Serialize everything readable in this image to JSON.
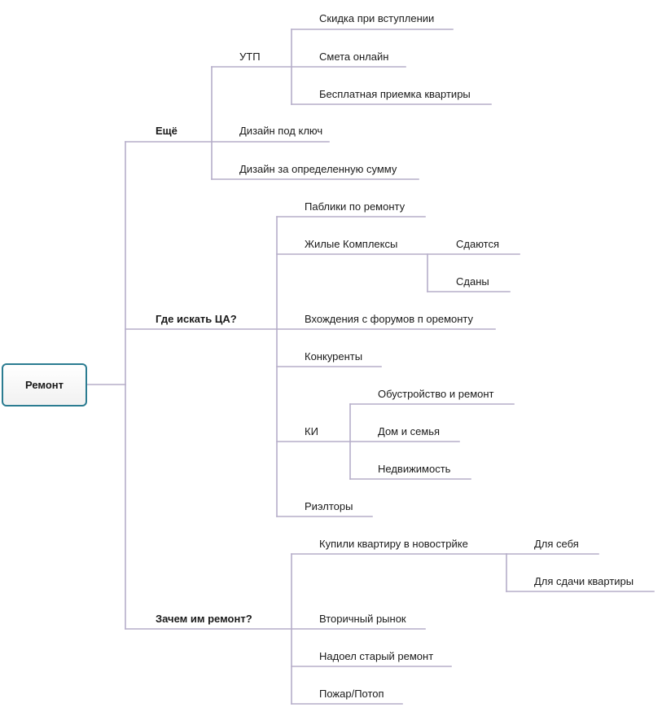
{
  "root": {
    "label": "Ремонт"
  },
  "branches": [
    {
      "label": "Ещё",
      "children": [
        {
          "label": "УТП",
          "children": [
            {
              "label": "Скидка при вступлении"
            },
            {
              "label": "Смета онлайн"
            },
            {
              "label": "Бесплатная приемка квартиры"
            }
          ]
        },
        {
          "label": "Дизайн под ключ"
        },
        {
          "label": "Дизайн за определенную сумму"
        }
      ]
    },
    {
      "label": "Где искать ЦА?",
      "children": [
        {
          "label": "Паблики по ремонту"
        },
        {
          "label": "Жилые Комплексы",
          "children": [
            {
              "label": "Сдаются"
            },
            {
              "label": "Сданы"
            }
          ]
        },
        {
          "label": "Вхождения с форумов п оремонту"
        },
        {
          "label": "Конкуренты"
        },
        {
          "label": "КИ",
          "children": [
            {
              "label": "Обустройство и ремонт"
            },
            {
              "label": "Дом и семья"
            },
            {
              "label": "Недвижимость"
            }
          ]
        },
        {
          "label": "Риэлторы"
        }
      ]
    },
    {
      "label": "Зачем им ремонт?",
      "children": [
        {
          "label": "Купили квартиру в новострйке",
          "children": [
            {
              "label": "Для себя"
            },
            {
              "label": "Для сдачи квартиры"
            }
          ]
        },
        {
          "label": "Вторичный рынок"
        },
        {
          "label": "Надоел старый ремонт"
        },
        {
          "label": "Пожар/Потоп"
        }
      ]
    }
  ]
}
